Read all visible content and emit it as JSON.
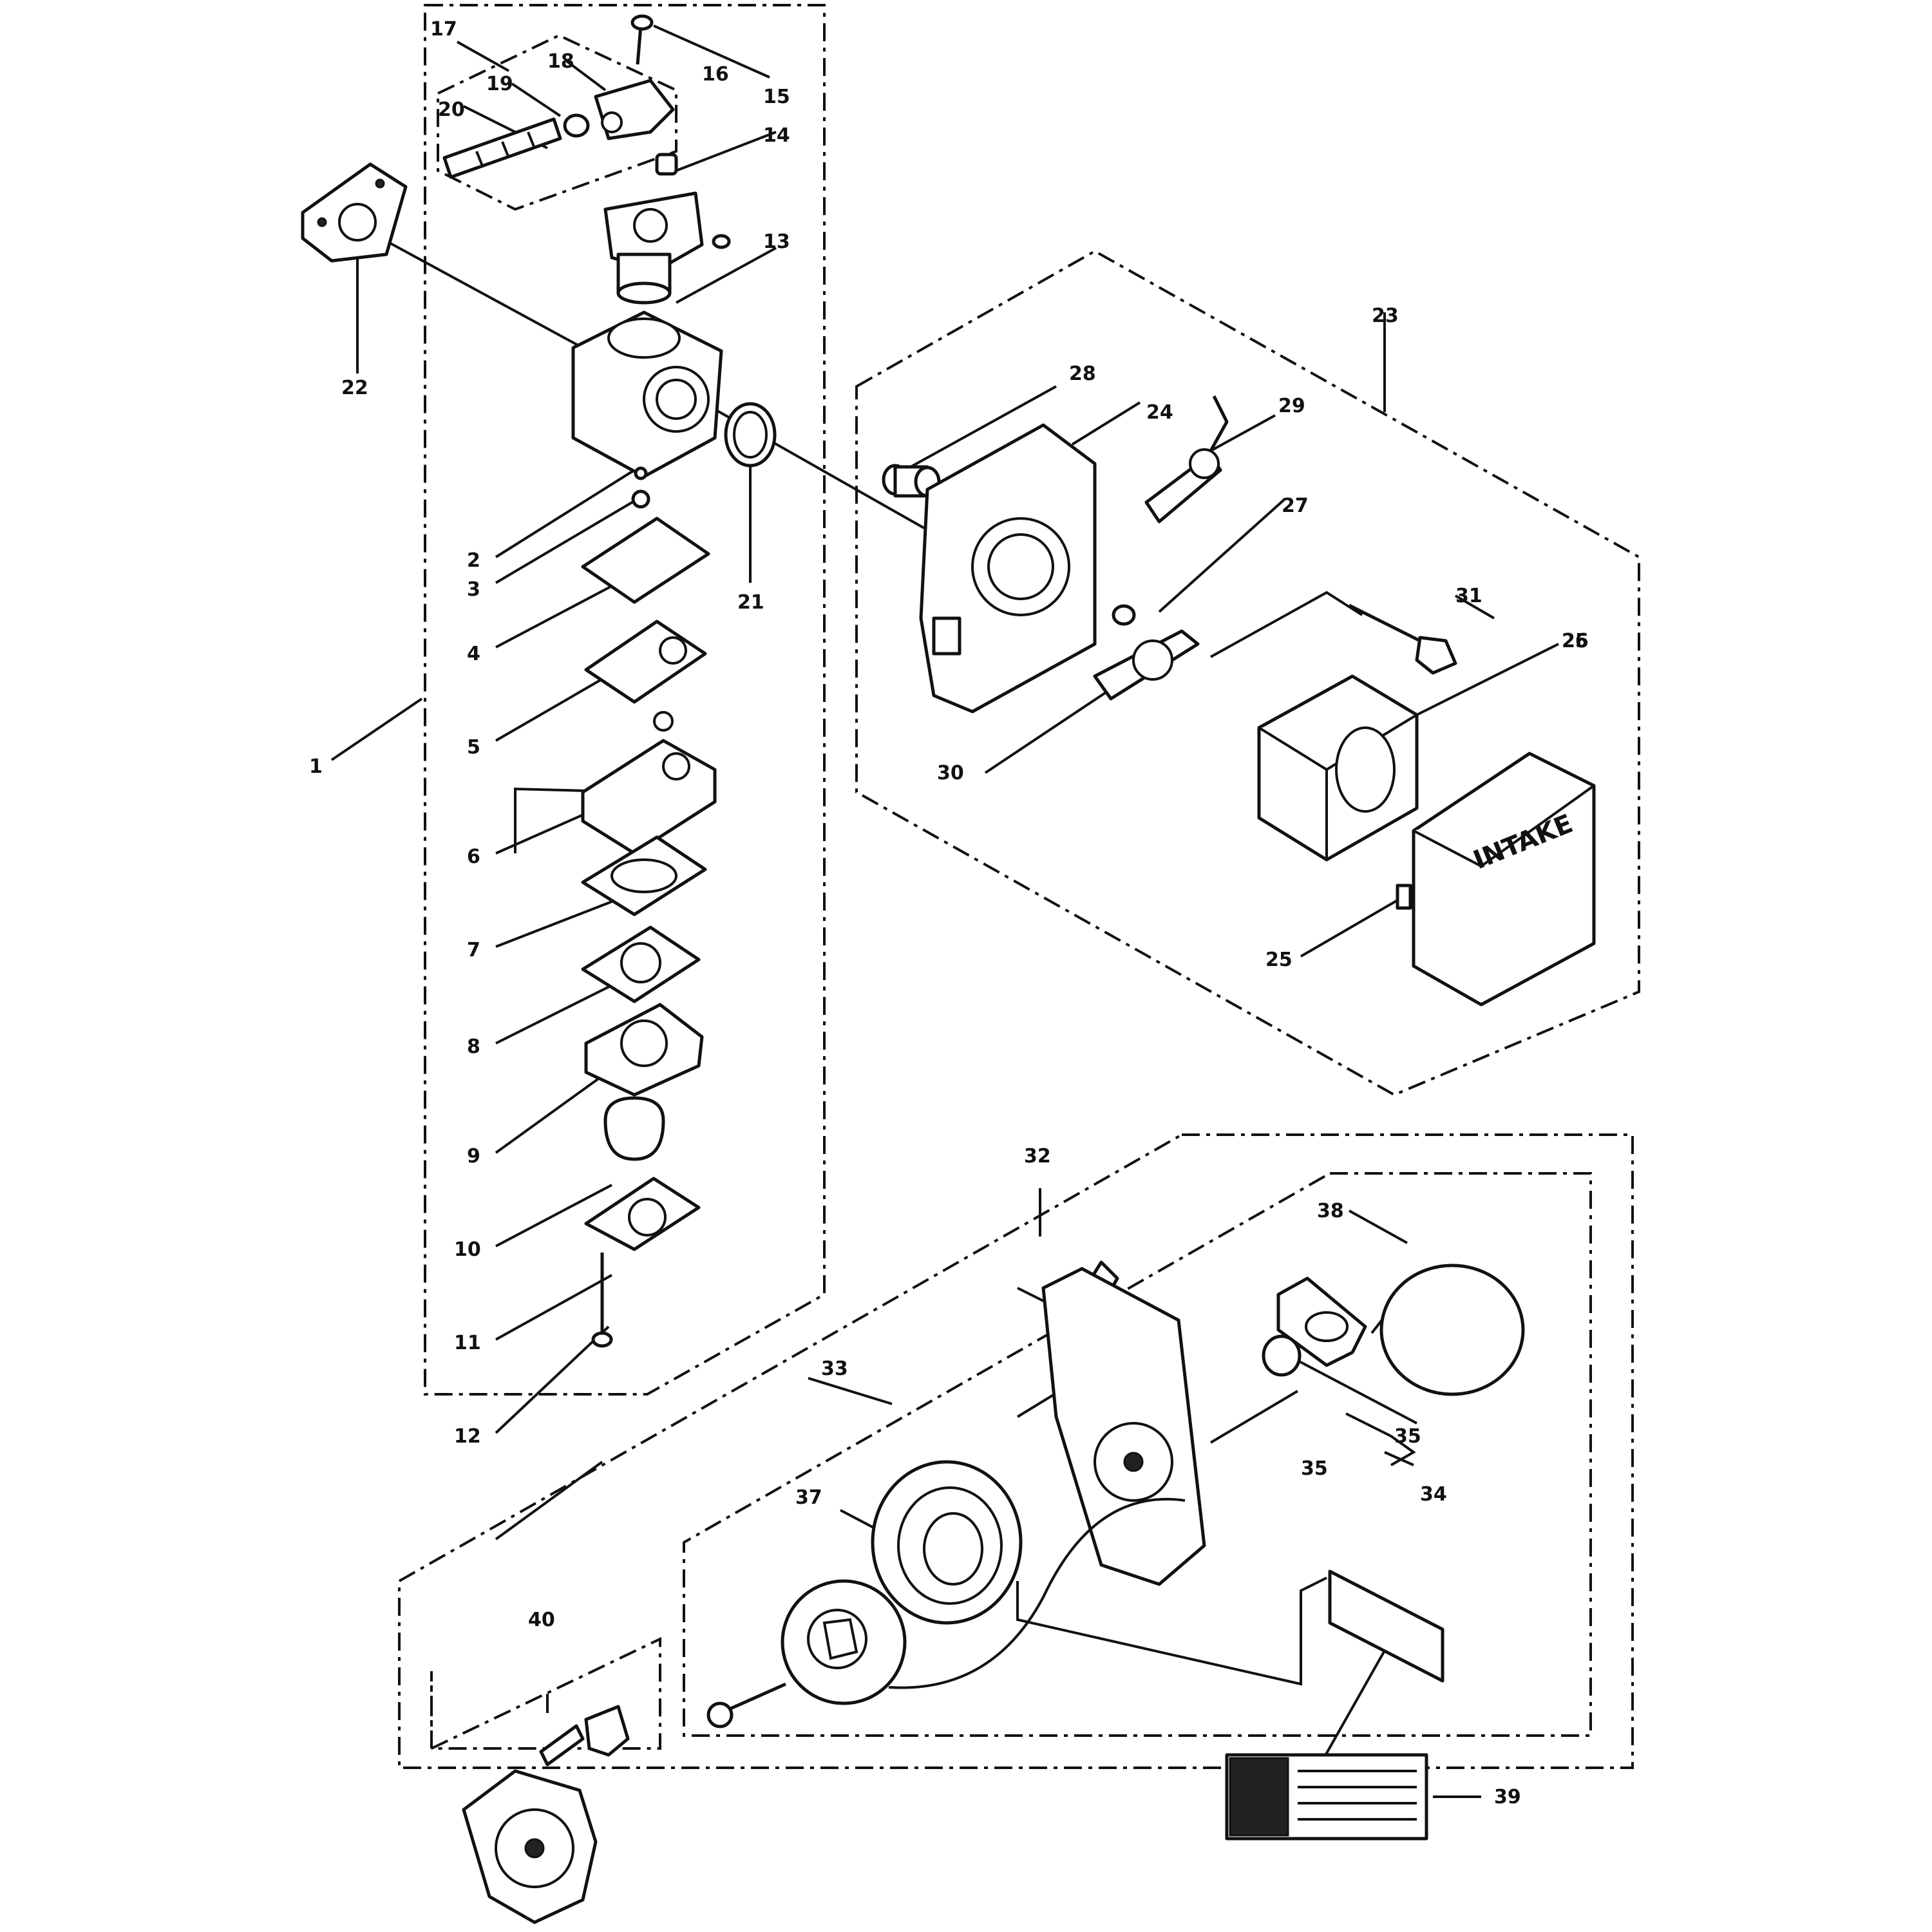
{
  "diagram": {
    "callouts": [
      {
        "id": "c1",
        "text": "1"
      },
      {
        "id": "c2",
        "text": "2"
      },
      {
        "id": "c3",
        "text": "3"
      },
      {
        "id": "c4",
        "text": "4"
      },
      {
        "id": "c5",
        "text": "5"
      },
      {
        "id": "c6",
        "text": "6"
      },
      {
        "id": "c7",
        "text": "7"
      },
      {
        "id": "c8",
        "text": "8"
      },
      {
        "id": "c9",
        "text": "9"
      },
      {
        "id": "c10",
        "text": "10"
      },
      {
        "id": "c11",
        "text": "11"
      },
      {
        "id": "c12",
        "text": "12"
      },
      {
        "id": "c13",
        "text": "13"
      },
      {
        "id": "c14",
        "text": "14"
      },
      {
        "id": "c15",
        "text": "15"
      },
      {
        "id": "c16",
        "text": "16"
      },
      {
        "id": "c17",
        "text": "17"
      },
      {
        "id": "c18",
        "text": "18"
      },
      {
        "id": "c19",
        "text": "19"
      },
      {
        "id": "c20",
        "text": "20"
      },
      {
        "id": "c21",
        "text": "21"
      },
      {
        "id": "c22",
        "text": "22"
      },
      {
        "id": "c23",
        "text": "23"
      },
      {
        "id": "c24",
        "text": "24"
      },
      {
        "id": "c25a",
        "text": "25"
      },
      {
        "id": "c25b",
        "text": "25"
      },
      {
        "id": "c26",
        "text": "26"
      },
      {
        "id": "c27",
        "text": "27"
      },
      {
        "id": "c28",
        "text": "28"
      },
      {
        "id": "c29",
        "text": "29"
      },
      {
        "id": "c30",
        "text": "30"
      },
      {
        "id": "c31",
        "text": "31"
      },
      {
        "id": "c32",
        "text": "32"
      },
      {
        "id": "c33",
        "text": "33"
      },
      {
        "id": "c34",
        "text": "34"
      },
      {
        "id": "c35a",
        "text": "35"
      },
      {
        "id": "c35b",
        "text": "35"
      },
      {
        "id": "c37",
        "text": "37"
      },
      {
        "id": "c38",
        "text": "38"
      },
      {
        "id": "c39",
        "text": "39"
      },
      {
        "id": "c40",
        "text": "40"
      }
    ],
    "air_cover_text": "INTAKE"
  }
}
